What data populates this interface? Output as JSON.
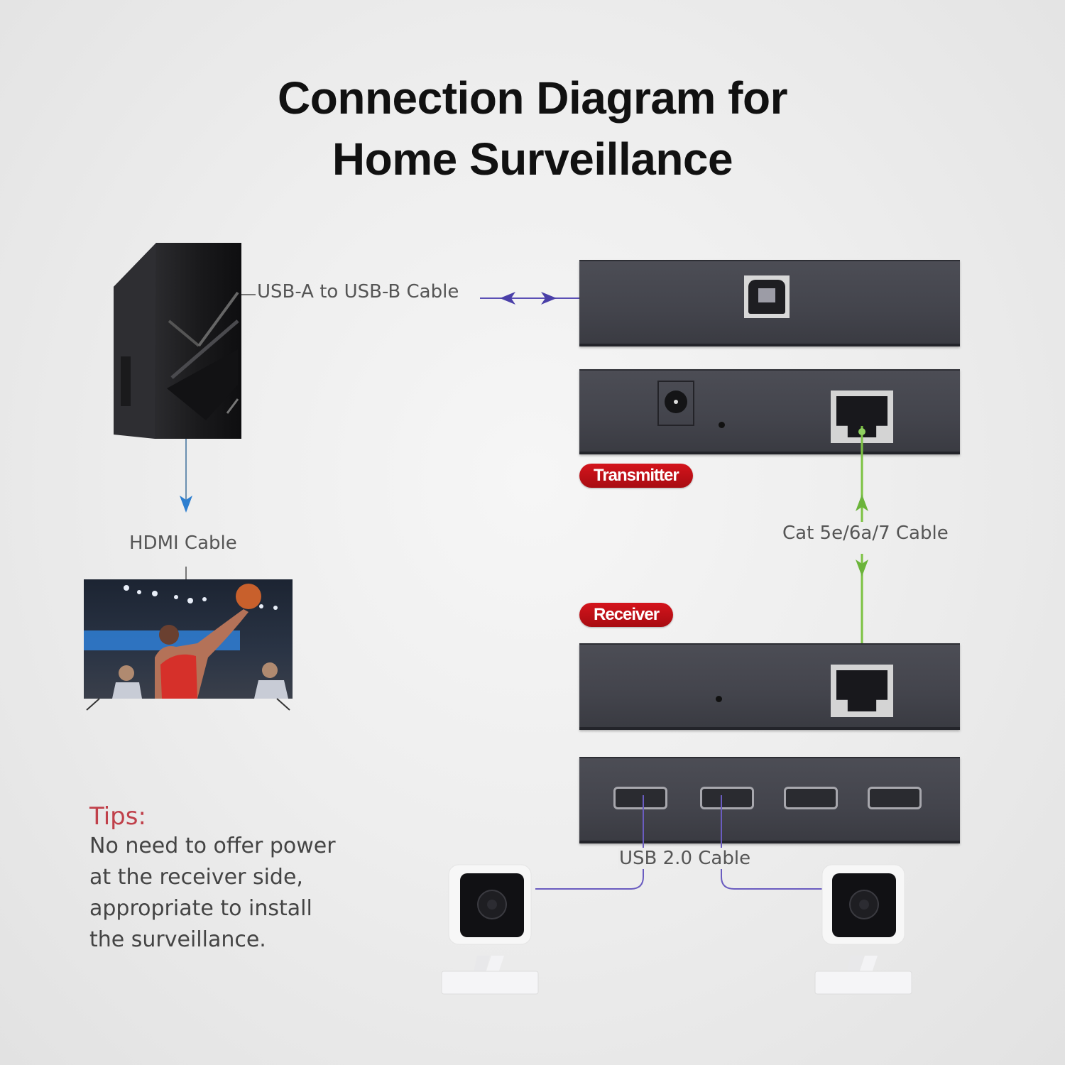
{
  "title": {
    "line1": "Connection Diagram for",
    "line2": "Home Surveillance"
  },
  "labels": {
    "usb_ab_cable": "USB-A to USB-B Cable",
    "hdmi_cable": "HDMI Cable",
    "cat_cable": "Cat 5e/6a/7 Cable",
    "usb2_cable": "USB 2.0 Cable"
  },
  "badges": {
    "transmitter": "Transmitter",
    "receiver": "Receiver"
  },
  "tips": {
    "heading": "Tips:",
    "lines": [
      "No need to offer power",
      "at the receiver side,",
      "appropriate to install",
      "the surveillance."
    ]
  },
  "icons": {
    "pc": "pc-tower-icon",
    "tv": "television-icon",
    "camera": "security-camera-icon",
    "usb_b_port": "usb-b-port-icon",
    "rj45_port": "ethernet-port-icon",
    "dc_jack": "dc-power-jack-icon",
    "usb_a_port": "usb-a-port-icon"
  },
  "colors": {
    "usb_cable": "#5b4fb5",
    "hdmi_cable": "#2e7fd0",
    "cat_cable": "#7cc242",
    "badge_red": "#c3101a",
    "tips_heading": "#c0404a",
    "device_body": "#45464e"
  },
  "receiver": {
    "usb_port_count": 4
  }
}
